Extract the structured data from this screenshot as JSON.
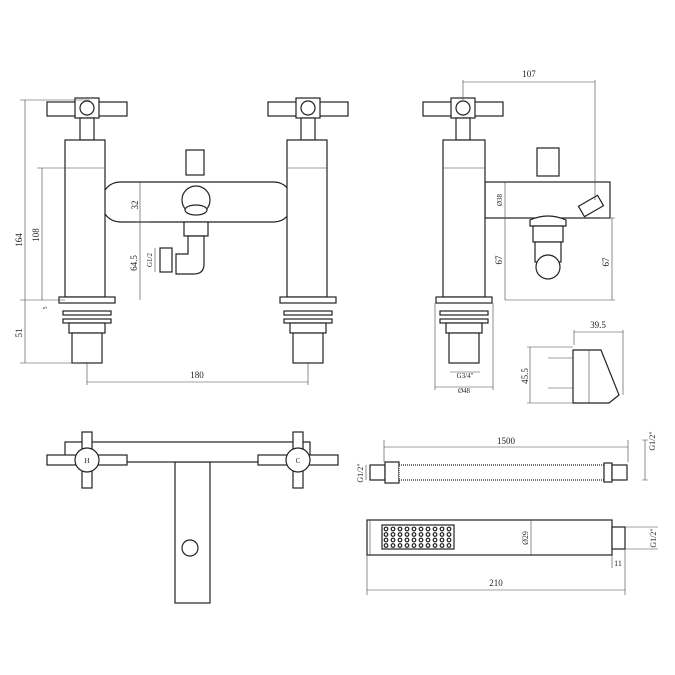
{
  "front_view": {
    "height_total": "164",
    "body_height": "108",
    "spout_dia": "32",
    "outlet_height": "64.5",
    "outlet_thread": "G1/2",
    "base_gap": "5",
    "tail_length": "51",
    "centres": "180"
  },
  "side_view": {
    "projection": "107",
    "spout_dia": "Ø38",
    "outlet_height": "67",
    "outlet_height_right": "67",
    "tail_thread": "G3/4\"",
    "base_dia": "Ø48"
  },
  "bracket": {
    "width": "39.5",
    "height": "45.5"
  },
  "top_view": {
    "hot_label": "H",
    "cold_label": "C"
  },
  "hose": {
    "length": "1500",
    "thread_left": "G1/2\"",
    "thread_right": "G1/2\""
  },
  "handset": {
    "diameter": "Ø29",
    "thread": "G1/2\"",
    "connector_length": "11",
    "length": "210"
  }
}
